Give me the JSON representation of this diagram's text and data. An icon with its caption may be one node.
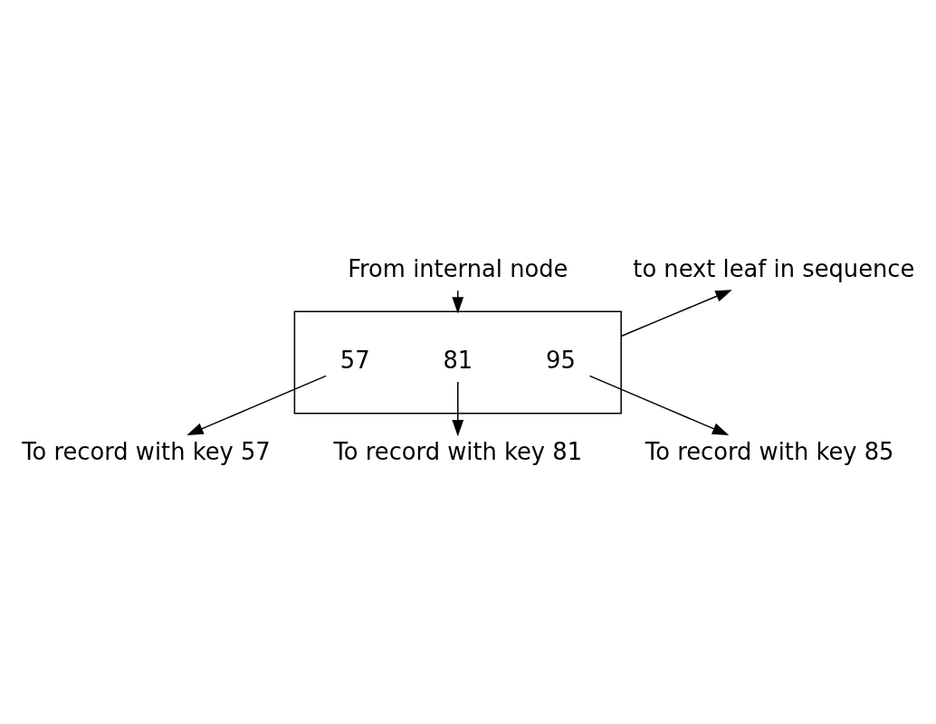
{
  "diagram": {
    "nodes": [
      {
        "text": [
          "From internal node"
        ]
      },
      {
        "text": [],
        "shape": "box"
      },
      {
        "text": [
          "57"
        ],
        "in": 1
      },
      {
        "text": [
          "81"
        ],
        "in": 1
      },
      {
        "text": [
          "95"
        ],
        "in": 1
      },
      {
        "text": [
          "to next leaf in sequence"
        ]
      },
      {
        "text": [
          "To record with key 57"
        ]
      },
      {
        "text": [
          "To record with key 81"
        ]
      },
      {
        "text": [
          "To record with key 85"
        ]
      }
    ],
    "edges": [
      {
        "from": 0,
        "to": 1,
        "arrow": "to"
      },
      {
        "from": 1,
        "to": 5,
        "arrow": "to"
      },
      {
        "from": 2,
        "to": 6,
        "arrow": "to"
      },
      {
        "from": 3,
        "to": 7,
        "arrow": "to"
      },
      {
        "from": 4,
        "to": 8,
        "arrow": "to"
      }
    ]
  }
}
